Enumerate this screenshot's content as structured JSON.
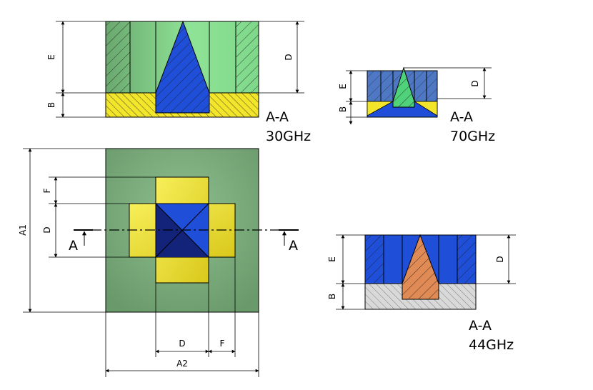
{
  "colors": {
    "green_light": "#7fd88a",
    "green_dark": "#6aa86e",
    "plate_green": "#6f9e70",
    "yellow": "#f2e52a",
    "blue": "#1f4fd8",
    "blue_dark": "#13237a",
    "steel_blue": "#4f78c4",
    "orange": "#e08a55",
    "grey": "#d9d9d9"
  },
  "view_30ghz": {
    "caption_section": "A-A",
    "caption_freq": "30GHz",
    "dim_e": "E",
    "dim_b": "B",
    "dim_d": "D"
  },
  "view_70ghz": {
    "caption_section": "A-A",
    "caption_freq": "70GHz",
    "dim_e": "E",
    "dim_b": "B",
    "dim_d": "D"
  },
  "view_44ghz": {
    "caption_section": "A-A",
    "caption_freq": "44GHz",
    "dim_e": "E",
    "dim_b": "B",
    "dim_d": "D"
  },
  "top_view": {
    "dim_a1": "A1",
    "dim_a2": "A2",
    "dim_d_left": "D",
    "dim_f_left": "F",
    "dim_d_bottom": "D",
    "dim_f_bottom": "F",
    "section_left": "A",
    "section_right": "A"
  }
}
